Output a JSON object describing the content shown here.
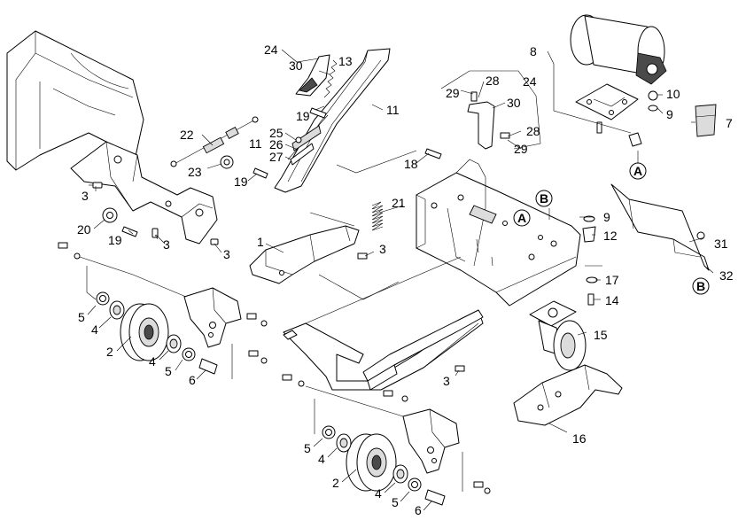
{
  "callouts": [
    {
      "id": "c-24a",
      "text": "24"
    },
    {
      "id": "c-30a",
      "text": "30"
    },
    {
      "id": "c-13",
      "text": "13"
    },
    {
      "id": "c-19a",
      "text": "19"
    },
    {
      "id": "c-11a",
      "text": "11"
    },
    {
      "id": "c-22",
      "text": "22"
    },
    {
      "id": "c-25",
      "text": "25"
    },
    {
      "id": "c-11b",
      "text": "11"
    },
    {
      "id": "c-26",
      "text": "26"
    },
    {
      "id": "c-27",
      "text": "27"
    },
    {
      "id": "c-23",
      "text": "23"
    },
    {
      "id": "c-19b",
      "text": "19"
    },
    {
      "id": "c-18",
      "text": "18"
    },
    {
      "id": "c-3a",
      "text": "3"
    },
    {
      "id": "c-21",
      "text": "21"
    },
    {
      "id": "c-20",
      "text": "20"
    },
    {
      "id": "c-19c",
      "text": "19"
    },
    {
      "id": "c-3b",
      "text": "3"
    },
    {
      "id": "c-3c",
      "text": "3"
    },
    {
      "id": "c-1",
      "text": "1"
    },
    {
      "id": "c-3d",
      "text": "3"
    },
    {
      "id": "c-8",
      "text": "8"
    },
    {
      "id": "c-29a",
      "text": "29"
    },
    {
      "id": "c-28a",
      "text": "28"
    },
    {
      "id": "c-24b",
      "text": "24"
    },
    {
      "id": "c-30b",
      "text": "30"
    },
    {
      "id": "c-28b",
      "text": "28"
    },
    {
      "id": "c-29b",
      "text": "29"
    },
    {
      "id": "c-10",
      "text": "10"
    },
    {
      "id": "c-9a",
      "text": "9"
    },
    {
      "id": "c-7",
      "text": "7"
    },
    {
      "id": "c-9b",
      "text": "9"
    },
    {
      "id": "c-12",
      "text": "12"
    },
    {
      "id": "c-31",
      "text": "31"
    },
    {
      "id": "c-32",
      "text": "32"
    },
    {
      "id": "c-17",
      "text": "17"
    },
    {
      "id": "c-14",
      "text": "14"
    },
    {
      "id": "c-15",
      "text": "15"
    },
    {
      "id": "c-16",
      "text": "16"
    },
    {
      "id": "c-3e",
      "text": "3"
    },
    {
      "id": "c-5a",
      "text": "5"
    },
    {
      "id": "c-4a",
      "text": "4"
    },
    {
      "id": "c-2a",
      "text": "2"
    },
    {
      "id": "c-4b",
      "text": "4"
    },
    {
      "id": "c-5b",
      "text": "5"
    },
    {
      "id": "c-6a",
      "text": "6"
    },
    {
      "id": "c-5c",
      "text": "5"
    },
    {
      "id": "c-4c",
      "text": "4"
    },
    {
      "id": "c-2b",
      "text": "2"
    },
    {
      "id": "c-4d",
      "text": "4"
    },
    {
      "id": "c-5d",
      "text": "5"
    },
    {
      "id": "c-6b",
      "text": "6"
    }
  ],
  "references": [
    {
      "id": "ref-a-1",
      "text": "A"
    },
    {
      "id": "ref-a-2",
      "text": "A"
    },
    {
      "id": "ref-b-1",
      "text": "B"
    },
    {
      "id": "ref-b-2",
      "text": "B"
    }
  ]
}
